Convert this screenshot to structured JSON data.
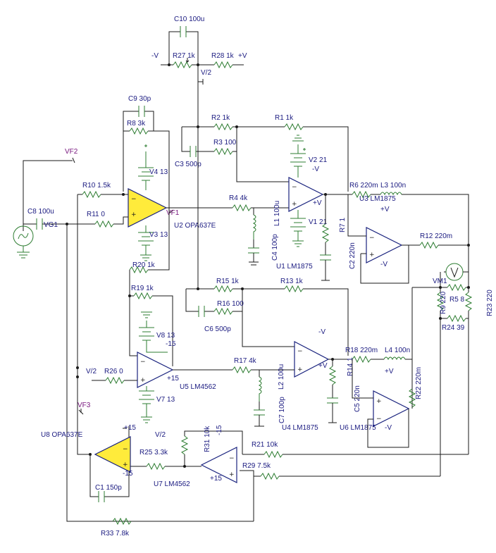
{
  "colors": {
    "wire": "#1a1a1a",
    "component": "#2e7d32",
    "opamp": "#1a237e",
    "label": "#1a1a80",
    "probe": "#7a1a80",
    "highlight": "#ffeb3b"
  },
  "labels": {
    "c10": "C10 100u",
    "minus_v_top": "-V",
    "r27": "R27 1k",
    "r28": "R28 1k",
    "plus_v_top": "+V",
    "v2_half_top": "V/2",
    "c9": "C9 30p",
    "r8": "R8 3k",
    "r2": "R2 1k",
    "r1": "R1 1k",
    "vf2": "VF2",
    "r3": "R3 100",
    "c3": "C3 500p",
    "v2src": "V2 21",
    "v2neg": "-V",
    "v4": "V4 13",
    "r10": "R10 1.5k",
    "r6": "R6 220m",
    "l3": "L3 100n",
    "u3": "U3 LM1875",
    "c8": "C8 100u",
    "vg1": "VG1",
    "r11": "R11 0",
    "r4": "R4 4k",
    "vf1": "VF1",
    "l1": "L1 100u",
    "v1pos": "+V",
    "v1src": "V1 21",
    "r7": "R7 1",
    "u2": "U2 OPA637E",
    "v3": "V3 13",
    "c4": "C4 100p",
    "u1": "U1 LM1875",
    "c2": "C2 220n",
    "r12": "R12 220m",
    "r20": "R20 1k",
    "u3pos": "+V",
    "u3neg": "-V",
    "r19": "R19 1k",
    "r15": "R15 1k",
    "r13": "R13 1k",
    "vm1": "VM1",
    "r9": "R9 220",
    "r5": "R5 8",
    "r23": "R23 220",
    "r16": "R16 100",
    "c6": "C6 500p",
    "v8": "V8 13",
    "m15a": "-15",
    "r24": "R24 39",
    "u4neg": "-V",
    "r18": "R18 220m",
    "l4": "L4 100n",
    "v2_half_mid": "V/2",
    "r26": "R26 0",
    "p15a": "+15",
    "r17": "R17 4k",
    "u4pos": "+V",
    "r14": "R14 1",
    "u5": "U5 LM4562",
    "l2": "L2 100u",
    "u6pos": "+V",
    "vf3": "VF3",
    "v7": "V7 13",
    "c5": "C5 220n",
    "r22": "R22 220m",
    "c7": "C7 100p",
    "u4": "U4 LM1875",
    "u6": "U6 LM1875",
    "u8": "U8 OPA637E",
    "p15b": "+15",
    "v2_half_bot": "V/2",
    "u6neg": "-V",
    "r31": "R31 10k",
    "m15b": "-15",
    "r25": "R25 3.3k",
    "r21": "R21 10k",
    "m15c": "-15",
    "r29": "R29 7.5k",
    "u7": "U7 LM4562",
    "p15c": "+15",
    "c1": "C1 150p",
    "r33": "R33 7.8k"
  }
}
